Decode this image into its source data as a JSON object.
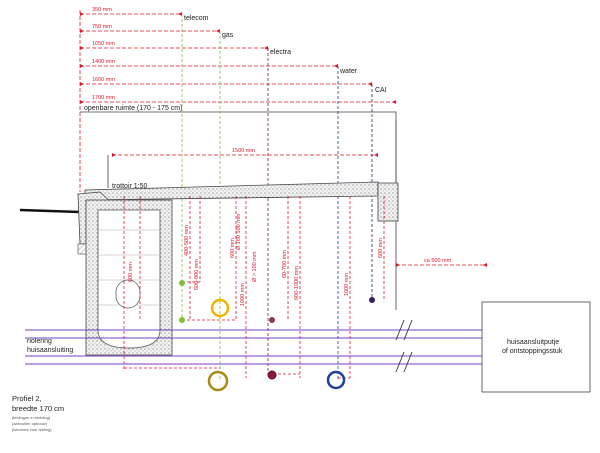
{
  "colors": {
    "dimension": "#e0182a",
    "telecom": "#7fbf3f",
    "gas": "#d4a017",
    "electra": "#8b1a3a",
    "water": "#1f3f99",
    "cai": "#3a1a6b",
    "sewer": "#7a3fbf",
    "structure": "#555555",
    "hatch": "#8a8a8a"
  },
  "dimensions": {
    "telecom": "350 mm",
    "gas": "750 mm",
    "electra": "1050 mm",
    "water": "1400 mm",
    "cai": "1600 mm",
    "total": "1700 mm",
    "span": "1500 mm",
    "to_box": "ca 500 mm"
  },
  "utility_labels": {
    "telecom": "telecom",
    "gas": "gas",
    "electra": "electra",
    "water": "water",
    "cai": "CAI"
  },
  "labels": {
    "opening": "openbare ruimte (170 - 175 cm)",
    "sidewalk": "trottoir 1:50",
    "sewer": "riolering",
    "house_connection": "huisaansluiting",
    "connection_box_1": "huisaansluitputje",
    "connection_box_2": "of ontstoppingsstuk"
  },
  "depth_labels": {
    "d1": "600 mm",
    "d2": "400-500 mm",
    "d3": "600-800 mm",
    "d4": "600 mm",
    "d5": "Ø 160 100 mm",
    "d6": "1000 mm",
    "d7": "Ø > 100 mm",
    "d8": "60-700 mm",
    "d9": "600-1000 mm",
    "d10": "1000 mm",
    "d11": "600 mm"
  },
  "caption": {
    "title": "Profiel 2,",
    "subtitle": "breedte 170 cm",
    "note1": "(leidingen in bedding)",
    "note2": "(aanvullen opbouw)",
    "note3": "(kenmerk voor leiding)"
  }
}
